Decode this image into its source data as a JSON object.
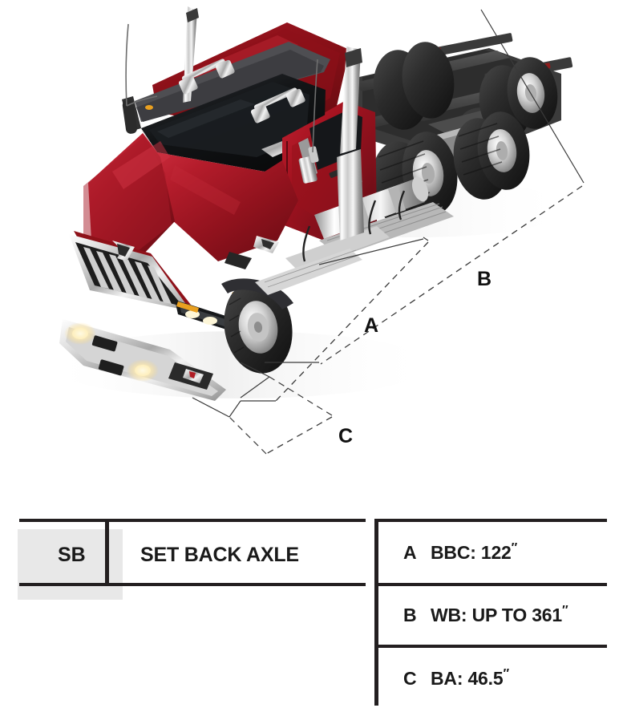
{
  "illustration": {
    "alt_name": "western-star-set-back-axle-truck",
    "vehicle_color": "#9e1420",
    "dimension_labels": [
      {
        "id": "A",
        "text": "A"
      },
      {
        "id": "B",
        "text": "B"
      },
      {
        "id": "C",
        "text": "C"
      }
    ]
  },
  "table": {
    "code": "SB",
    "name": "SET BACK AXLE",
    "specs": [
      {
        "key": "A",
        "label": "BBC:",
        "value": "122",
        "unit": "″",
        "full": "A   BBC: 122″"
      },
      {
        "key": "B",
        "label": "WB: UP TO",
        "value": "361",
        "unit": "″",
        "full": "B   WB: UP TO 361″"
      },
      {
        "key": "C",
        "label": "BA:",
        "value": "46.5",
        "unit": "″",
        "full": "C   BA: 46.5″"
      }
    ],
    "spec_a_text": "BBC: 122",
    "spec_b_text": "WB: UP TO 361",
    "spec_c_text": "BA: 46.5",
    "unit_mark": "″",
    "colors": {
      "rule": "#231f20",
      "code_cell_background": "#e8e8e8",
      "text": "#1a1a1a"
    }
  }
}
